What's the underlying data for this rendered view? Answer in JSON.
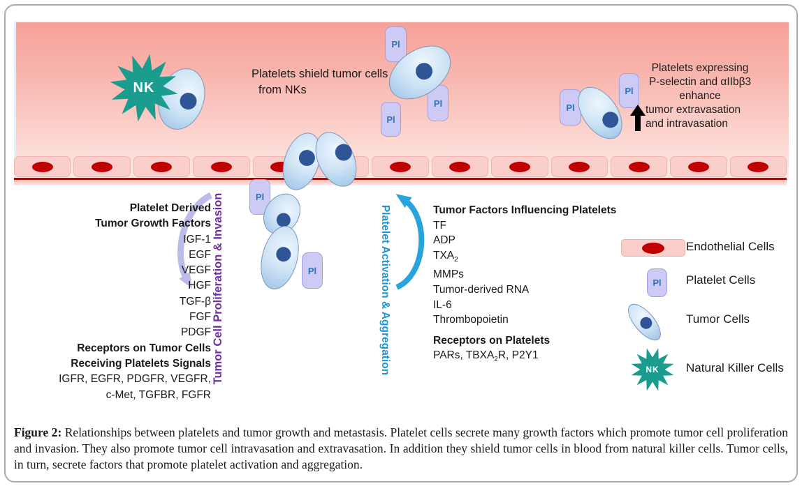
{
  "vessel": {
    "nk_label": "NK",
    "platelet_label": "Pl",
    "shield_note": {
      "line1": "Platelets shield tumor cells",
      "line2": "from NKs"
    },
    "extravasation_note": {
      "line1": "Platelets expressing",
      "line2": "P-selectin and αIIbβ3",
      "line3": "enhance",
      "line4": "tumor extravasation",
      "line5": "and intravasation"
    }
  },
  "arrows": {
    "purple_label": "Tumor Cell Proliferation & Invasion",
    "blue_label": "Platelet Activation & Aggregation"
  },
  "left_block": {
    "heading1_line1": "Platelet Derived",
    "heading1_line2": "Tumor Growth Factors",
    "factors": [
      "IGF-1",
      "EGF",
      "VEGF",
      "HGF",
      "TGF-β",
      "FGF",
      "PDGF"
    ],
    "heading2_line1": "Receptors on Tumor Cells",
    "heading2_line2": "Receiving Platelets Signals",
    "receptors_line1": "IGFR, EGFR, PDGFR, VEGFR,",
    "receptors_line2": "c-Met, TGFBR, FGFR"
  },
  "right_block": {
    "heading": "Tumor Factors Influencing Platelets",
    "tf": "TF",
    "adp": "ADP",
    "txa_pre": "TXA",
    "txa_sub": "2",
    "mmps": "MMPs",
    "rna": "Tumor-derived RNA",
    "il6": "IL-6",
    "thrombopoietin": "Thrombopoietin",
    "receptors_heading": "Receptors on Platelets",
    "receptors_pre": "PARs, TBXA",
    "receptors_sub": "2",
    "receptors_post": "R, P2Y1"
  },
  "legend": {
    "endothelial_label": "Endothelial Cells",
    "platelet_label": "Platelet Cells",
    "platelet_symbol": "Pl",
    "tumor_label": "Tumor Cells",
    "nk_label": "Natural Killer Cells",
    "nk_symbol": "NK"
  },
  "caption": {
    "label": "Figure 2:",
    "text": " Relationships between platelets and tumor growth and metastasis. Platelet cells secrete many growth factors which promote tumor cell proliferation and invasion. They also promote tumor cell intravasation and extravasation. In addition they shield tumor cells in blood from natural killer cells. Tumor cells, in turn, secrete factors that promote platelet activation and aggregation."
  },
  "colors": {
    "nk_teal": "#1a9c8e",
    "tumor_nucleus": "#2f5597",
    "platelet_fill": "#cdcbf5",
    "platelet_text": "#2e74b5",
    "endothelial_fill": "#f9cecb",
    "red_blood": "#c00000",
    "purple_accent": "#7030a0",
    "blue_accent": "#2095d3"
  }
}
